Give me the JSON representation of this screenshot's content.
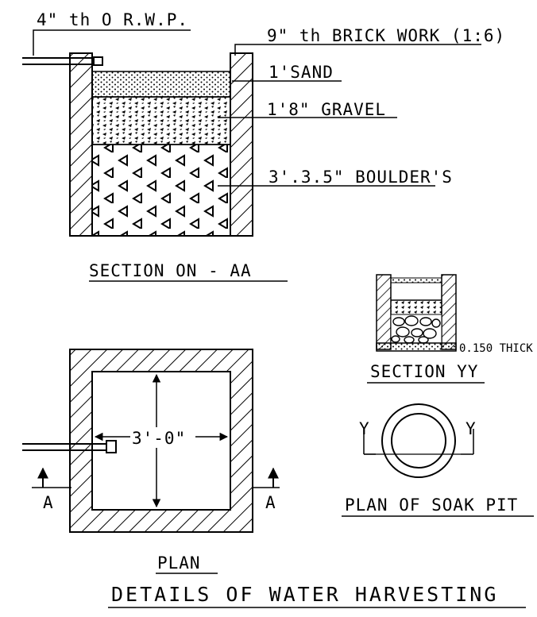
{
  "labels": {
    "rwp": "4\" th O R.W.P.",
    "brick": "9\" th BRICK WORK (1:6)",
    "sand": "1'SAND",
    "gravel": "1'8\" GRAVEL",
    "boulders": "3'.3.5\" BOULDER'S",
    "section_aa": "SECTION ON - AA",
    "thick": "0.150 THICK",
    "section_yy": "SECTION YY",
    "dimension": "3'-0\"",
    "marker_a_left": "A",
    "marker_a_right": "A",
    "plan": "PLAN",
    "y_left": "Y",
    "y_right": "Y",
    "plan_soak_pit": "PLAN OF SOAK PIT",
    "title": "DETAILS OF WATER HARVESTING"
  }
}
